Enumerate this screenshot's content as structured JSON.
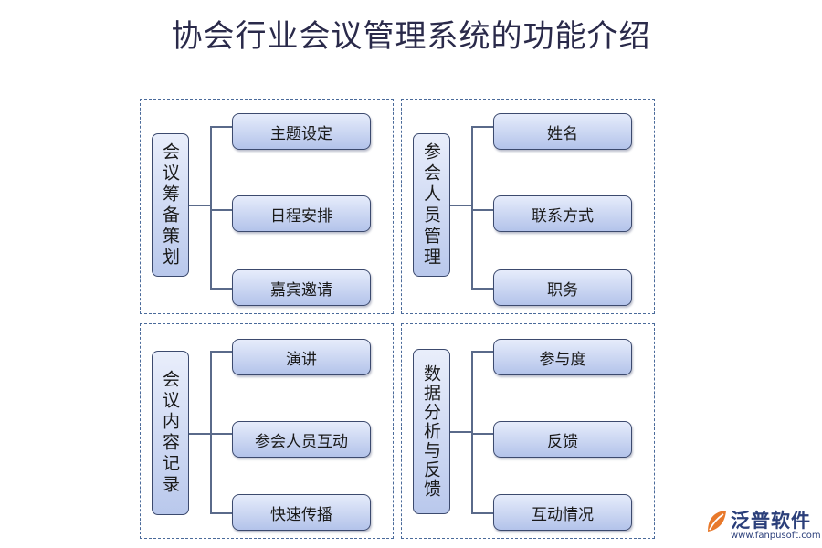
{
  "title": "协会行业会议管理系统的功能介绍",
  "groups": [
    {
      "label": "会议筹备策划",
      "items": [
        "主题设定",
        "日程安排",
        "嘉宾邀请"
      ]
    },
    {
      "label": "参会人员管理",
      "items": [
        "姓名",
        "联系方式",
        "职务"
      ]
    },
    {
      "label": "会议内容记录",
      "items": [
        "演讲",
        "参会人员互动",
        "快速传播"
      ]
    },
    {
      "label": "数据分析与反馈",
      "items": [
        "参与度",
        "反馈",
        "互动情况"
      ]
    }
  ],
  "brand": {
    "name": "泛普软件",
    "url": "www.fanpusoft.com"
  }
}
